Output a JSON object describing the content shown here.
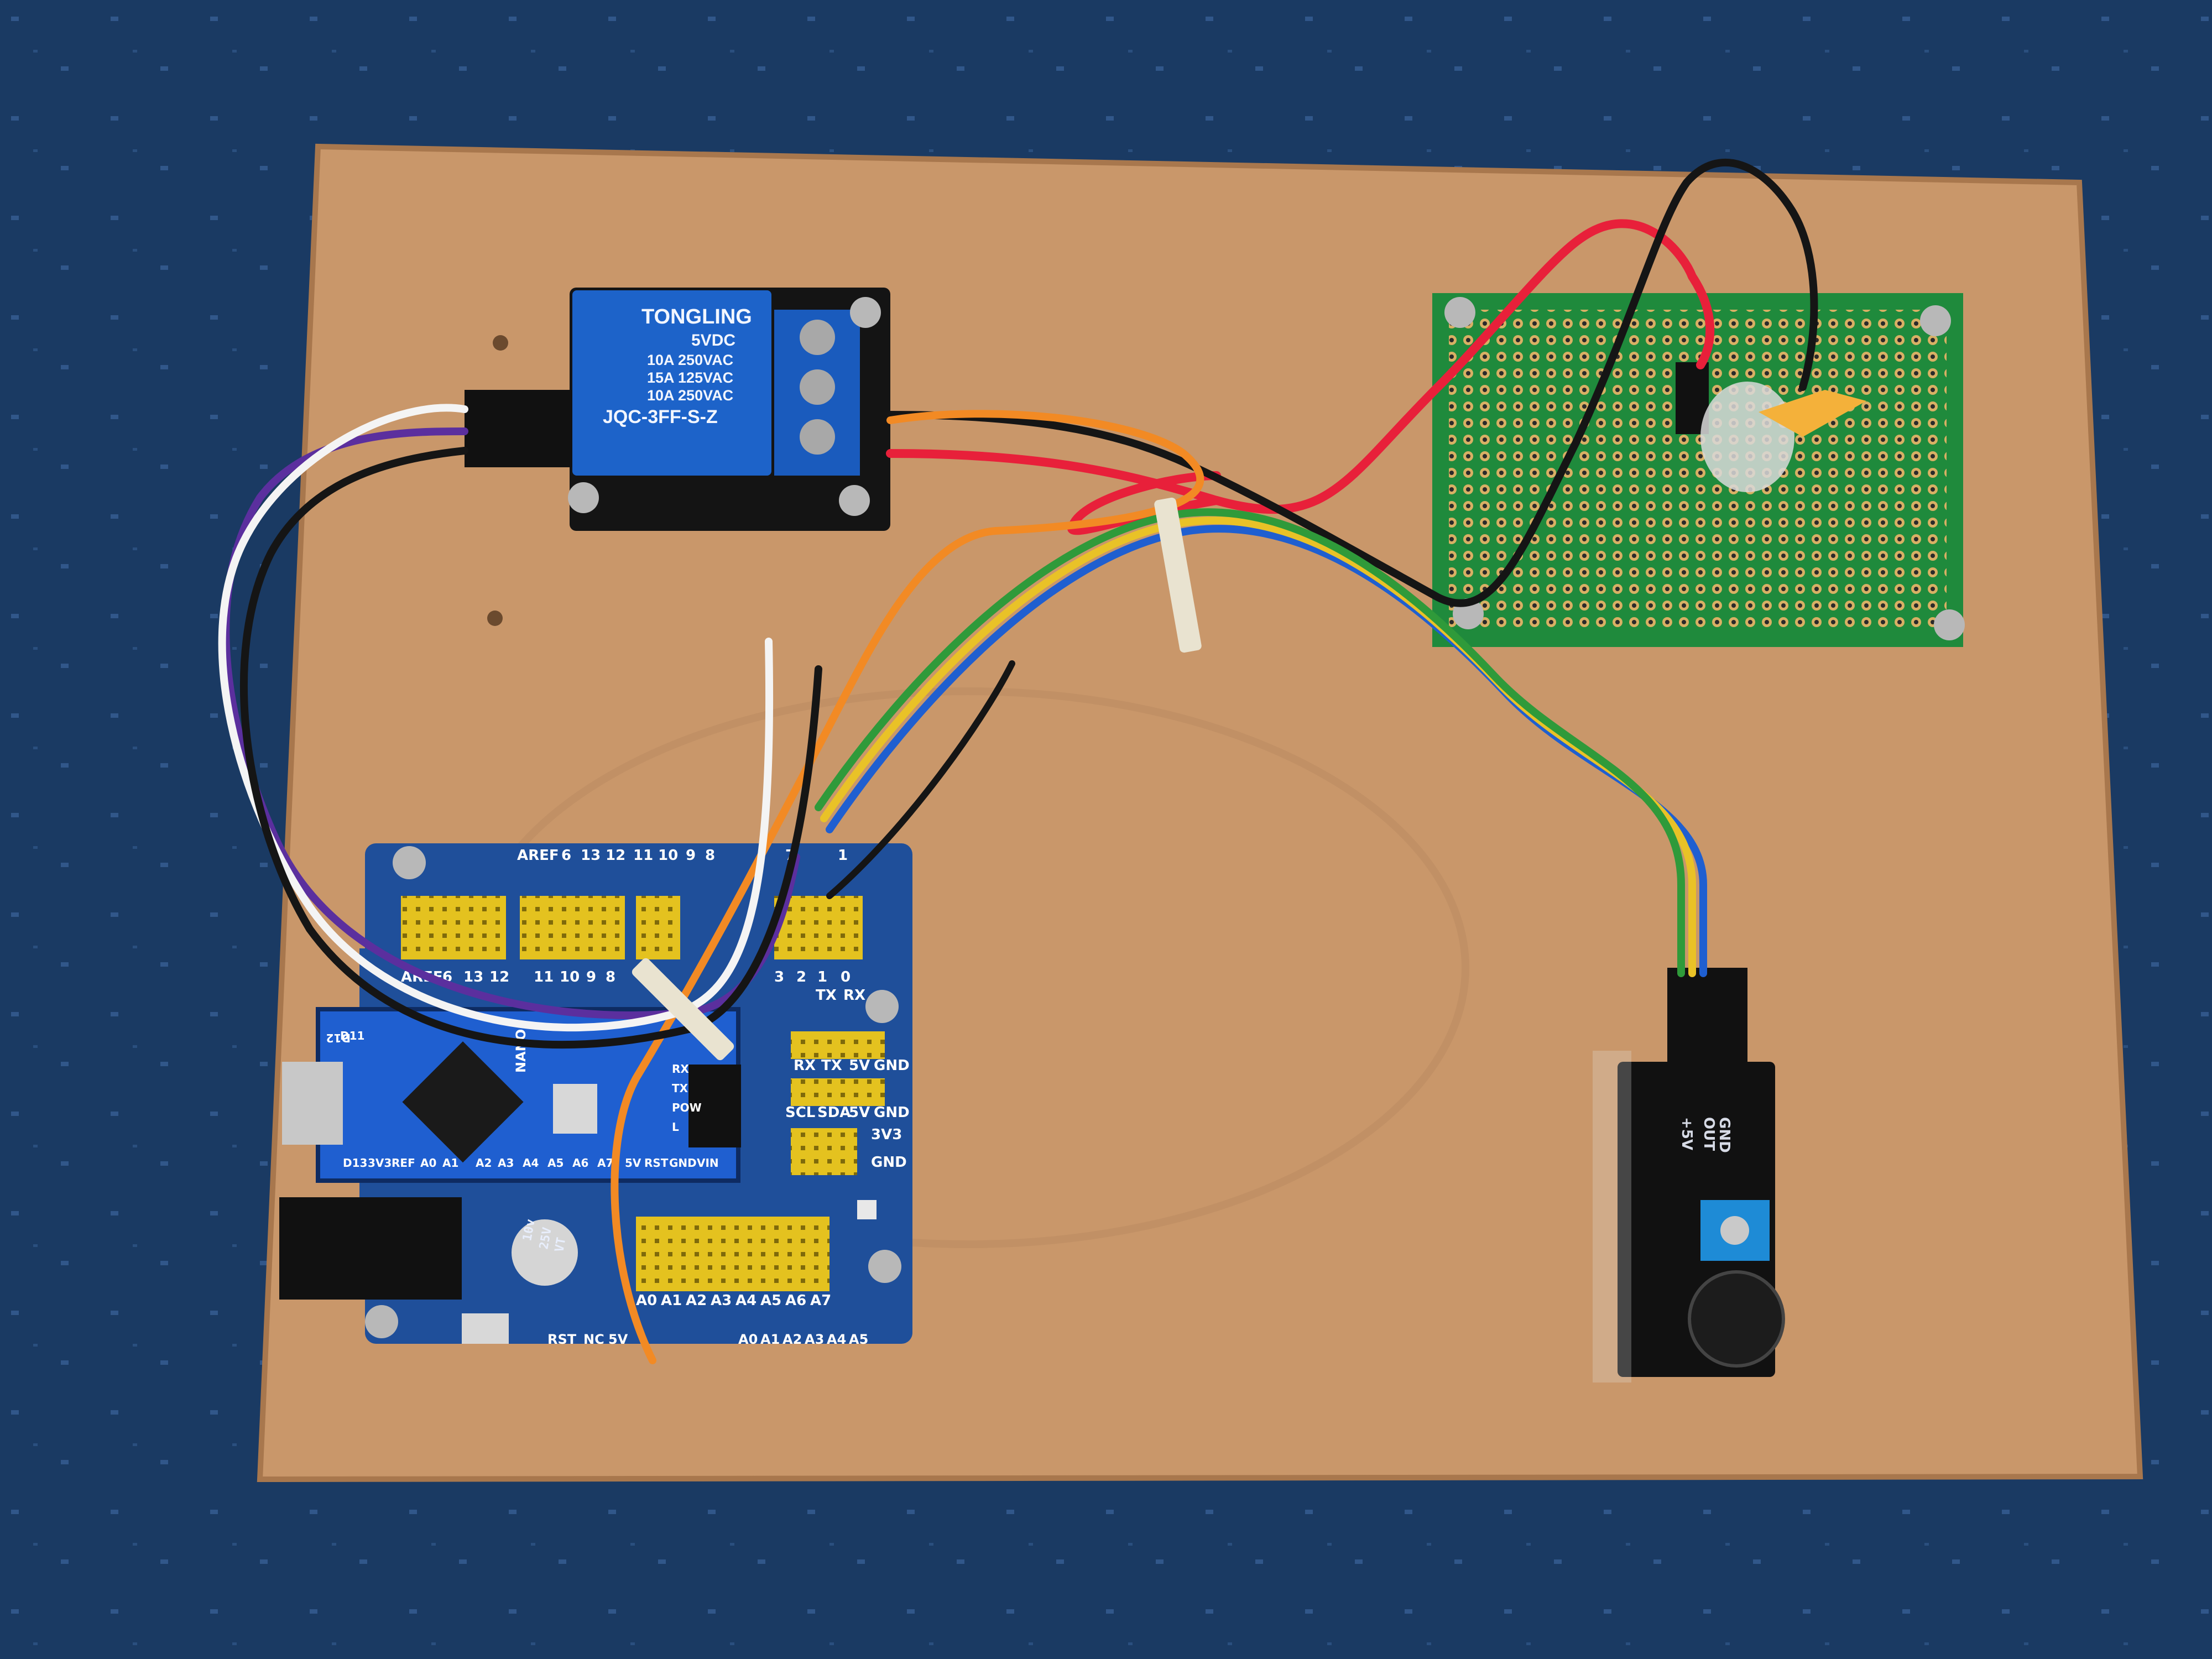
{
  "relay": {
    "brand": "TONGLING",
    "voltage": "5VDC",
    "rating_1": "10A 250VAC",
    "rating_2": "15A 125VAC",
    "rating_3": "10A 250VAC",
    "model": "JQC-3FF-S-Z"
  },
  "shield": {
    "top_pins": [
      "AREF",
      "6",
      "13",
      "12",
      "11",
      "10",
      "9",
      "8",
      "7",
      "1"
    ],
    "bottom_pins": [
      "AREF",
      "6",
      "13",
      "12",
      "11",
      "10",
      "9",
      "8",
      "3",
      "2",
      "1",
      "0"
    ],
    "serial_labels": [
      "TX",
      "RX"
    ],
    "right_rows": [
      "RX",
      "TX",
      "5V",
      "GND",
      "SCL",
      "SDA",
      "5V",
      "GND",
      "3V3",
      "GND"
    ],
    "analog_labels": [
      "A0",
      "A1",
      "A2",
      "A3",
      "A4",
      "A5",
      "A6",
      "A7"
    ],
    "bottom_row": [
      "RST",
      "NC",
      "5V",
      "A0",
      "A1",
      "A2",
      "A3",
      "A4",
      "A5"
    ]
  },
  "nano": {
    "name": "NANO",
    "led_labels": [
      "RX",
      "TX",
      "POW",
      "L"
    ],
    "bottom_pins": [
      "D13",
      "3V3",
      "REF",
      "A0",
      "A1",
      "A2",
      "A3",
      "A4",
      "A5",
      "A6",
      "A7",
      "5V",
      "RST",
      "GND",
      "VIN"
    ],
    "top_pins": [
      "D12",
      "D11"
    ]
  },
  "capacitor": {
    "line1": "10v",
    "line2": "25V",
    "line3": "VT"
  },
  "sound_sensor": {
    "pins": [
      "GND",
      "OUT",
      "+5V"
    ]
  },
  "colors": {
    "tablecloth": "#1a3a63",
    "board": "#c9976a",
    "relay_blue": "#1d63c9",
    "pcb_green": "#1f8a3c",
    "shield_blue": "#1f4f9a",
    "wire_red": "#e8203a",
    "wire_orange": "#f28a24",
    "wire_black": "#151515",
    "wire_purple": "#5b2f9e",
    "wire_white": "#f4f4f4",
    "wire_green": "#2f9a3a",
    "wire_blue": "#1f5fd0",
    "wire_yellow": "#e9c227",
    "led_yellow": "#f4b13a"
  }
}
